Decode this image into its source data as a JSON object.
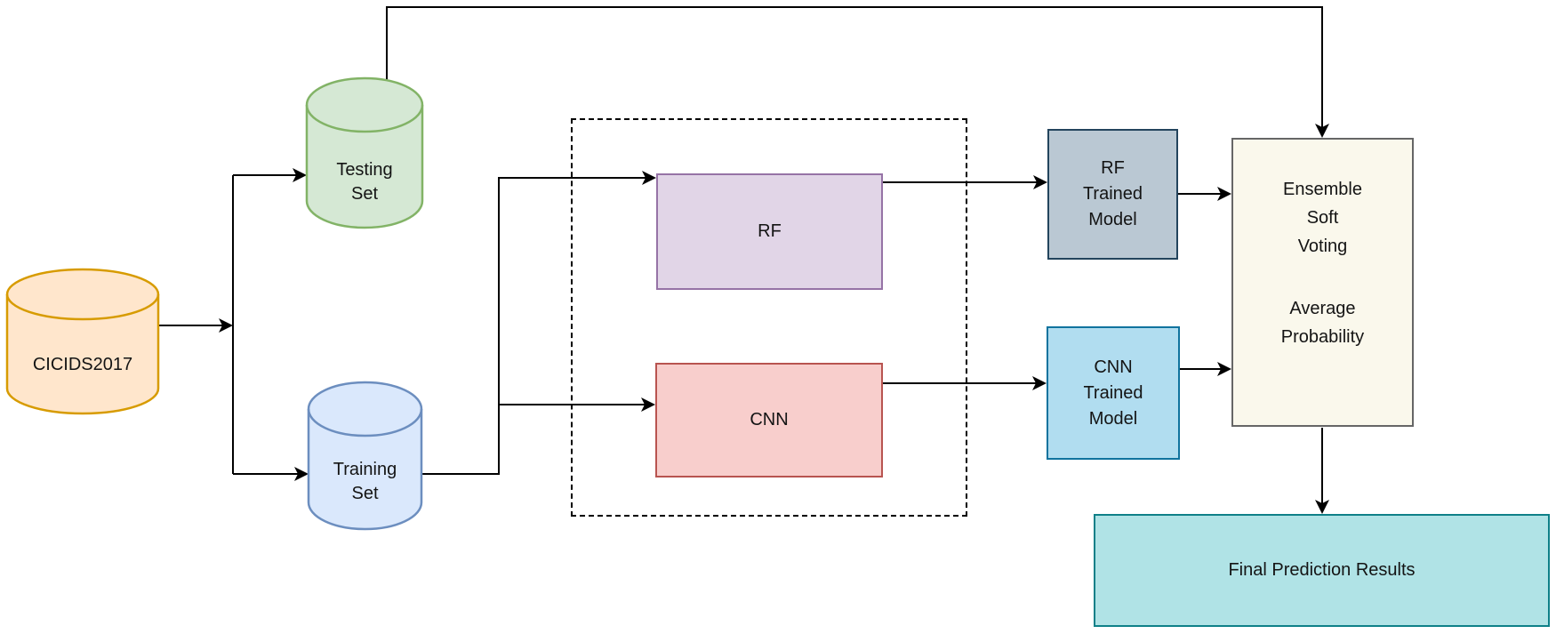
{
  "diagram": {
    "connector_color": "#000000",
    "nodes": {
      "cicids": {
        "label": "CICIDS2017",
        "fill": "#FFE6CC",
        "stroke": "#D79B00"
      },
      "testing_set": {
        "lines": [
          "Testing",
          "Set"
        ],
        "fill": "#D5E8D4",
        "stroke": "#82B366"
      },
      "training_set": {
        "lines": [
          "Training",
          "Set"
        ],
        "fill": "#DAE8FC",
        "stroke": "#6C8EBF"
      },
      "rf": {
        "label": "RF",
        "fill": "#E1D5E7",
        "stroke": "#9673A6"
      },
      "cnn": {
        "label": "CNN",
        "fill": "#F8CECC",
        "stroke": "#B85450"
      },
      "rf_trained": {
        "lines": [
          "RF",
          "Trained",
          "Model"
        ],
        "fill": "#BAC8D3",
        "stroke": "#23445D"
      },
      "cnn_trained": {
        "lines": [
          "CNN",
          "Trained",
          "Model"
        ],
        "fill": "#B1DDF0",
        "stroke": "#10739E"
      },
      "ensemble": {
        "group1": [
          "Ensemble",
          "Soft",
          "Voting"
        ],
        "group2": [
          "Average",
          "Probability"
        ],
        "fill": "#FAF8EC",
        "stroke": "#666666"
      },
      "final": {
        "label": "Final Prediction Results",
        "fill": "#B0E3E6",
        "stroke": "#0E8088"
      }
    }
  }
}
